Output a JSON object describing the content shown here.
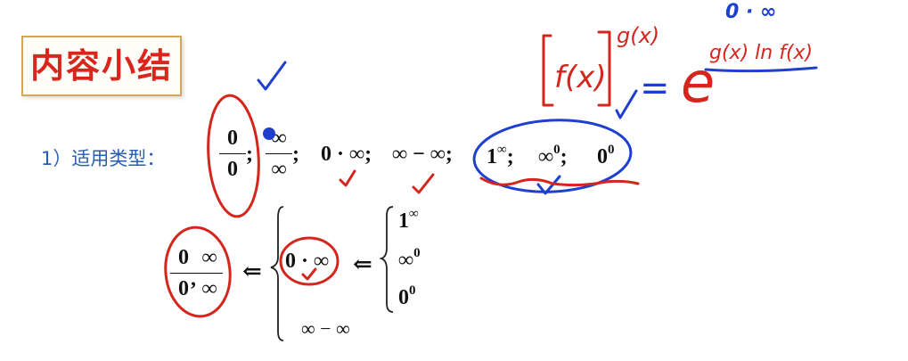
{
  "title": "内容小结",
  "section": {
    "label": "1）适用类型：",
    "forms": {
      "zero_over_zero": {
        "num": "0",
        "den": "0"
      },
      "inf_over_inf": {
        "num": "∞",
        "den": "∞"
      },
      "zero_times_inf": "0 · ∞;",
      "inf_minus_inf": "∞ − ∞;",
      "one_pow_inf": {
        "base": "1",
        "exp": "∞",
        "sep": ";"
      },
      "inf_pow_zero": {
        "base": "∞",
        "exp": "0",
        "sep": ";"
      },
      "zero_pow_zero": {
        "base": "0",
        "exp": "0"
      },
      "semicolon": ";"
    }
  },
  "reduction": {
    "result_fracs": {
      "a_num": "0",
      "a_den": "0",
      "comma": ",",
      "b_num": "∞",
      "b_den": "∞"
    },
    "arrow": "⇐",
    "middle": "0 · ∞",
    "cases": [
      {
        "base": "1",
        "exp": "∞"
      },
      {
        "base": "∞",
        "exp": "0"
      },
      {
        "base": "0",
        "exp": "0"
      }
    ],
    "bottom": "∞ − ∞"
  },
  "handwriting": {
    "lhs_f": "f(x)",
    "lhs_exp": "g(x)",
    "equals": "=",
    "e": "e",
    "rhs_exp": "g(x) ln f(x)",
    "top_note": "0 · ∞",
    "colors": {
      "red": "#d4261c",
      "blue": "#1f3fcf"
    }
  }
}
